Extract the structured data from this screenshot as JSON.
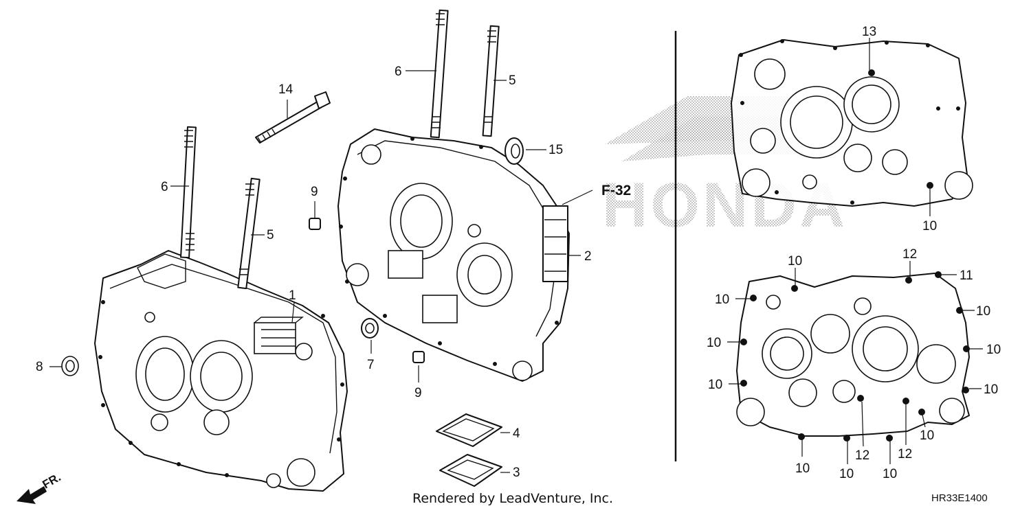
{
  "callouts": {
    "c1": "1",
    "c2": "2",
    "c3": "3",
    "c4": "4",
    "c5a": "5",
    "c5b": "5",
    "c6a": "6",
    "c6b": "6",
    "c7": "7",
    "c8": "8",
    "c9a": "9",
    "c9b": "9",
    "c13": "13",
    "c14": "14",
    "c15": "15",
    "r10_top": "10",
    "r10_a": "10",
    "r10_b": "10",
    "r10_c": "10",
    "r10_d": "10",
    "r10_e": "10",
    "r10_f": "10",
    "r10_g": "10",
    "r10_h": "10",
    "r10_i": "10",
    "r10_j": "10",
    "r10_k": "10",
    "c11": "11",
    "c12a": "12",
    "c12b": "12",
    "c12c": "12"
  },
  "reference": "F-32",
  "direction": "FR.",
  "credit": "Rendered by LeadVenture, Inc.",
  "diagram_code": "HR33E1400",
  "watermark": "HONDA"
}
